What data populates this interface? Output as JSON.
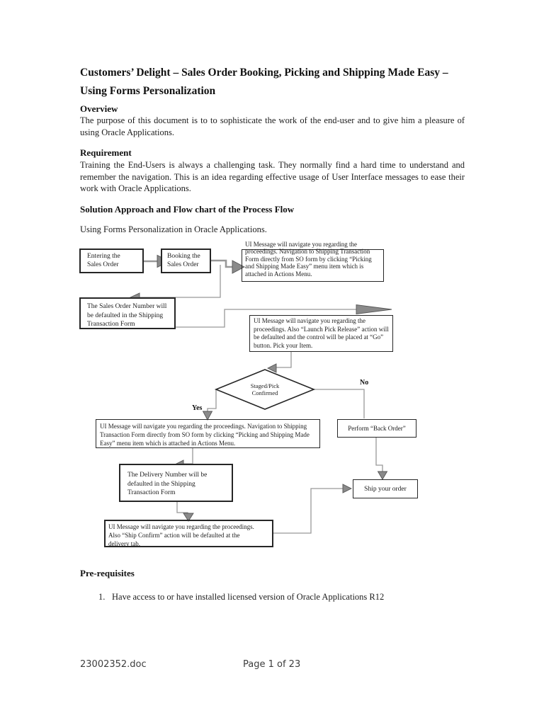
{
  "page": {
    "title": "Customers’ Delight – Sales Order Booking, Picking and Shipping Made Easy – Using Forms Personalization",
    "sections": {
      "overview": {
        "heading": "Overview",
        "body": "The purpose of this document is to to sophisticate the work of the end-user and to give him a pleasure of using Oracle Applications."
      },
      "requirement": {
        "heading": "Requirement",
        "body": "Training the End-Users is always a challenging task. They normally find a hard time to understand and remember the navigation. This is an idea regarding effective usage of User Interface messages to ease their work with Oracle Applications."
      },
      "solution": {
        "heading": "Solution Approach and Flow chart of the Process Flow",
        "body": "Using Forms Personalization in Oracle Applications."
      }
    },
    "prerequisites": {
      "heading": "Pre-requisites",
      "items": [
        {
          "number": "1.",
          "text": "Have access to or have installed licensed version of Oracle Applications R12"
        }
      ]
    },
    "footer": {
      "filename": "23002352.doc",
      "page_label": "Page 1 of 23"
    }
  },
  "flowchart": {
    "nodes": {
      "entering": "Entering the Sales Order",
      "booking": "Booking the Sales Order",
      "ui_msg_navigation_1": "UI Message will navigate you regarding the proceedings. Navigation to Shipping Transaction Form directly from SO form by clicking “Picking and Shipping Made Easy” menu item which is attached in Actions Menu.",
      "sales_order_number": "The Sales Order Number will be defaulted in the Shipping Transaction Form",
      "ui_msg_pick_release": "UI Message will navigate you regarding the proceedings. Also “Launch Pick Release” action will be defaulted and the control will be placed at “Go” button. Pick your Item.",
      "decision": "Staged/Pick Confirmed",
      "yes_label": "Yes",
      "no_label": "No",
      "ui_msg_navigation_2": "UI Message will navigate you regarding the proceedings. Navigation to Shipping Transaction Form directly from SO form by clicking “Picking and Shipping Made Easy” menu item which is attached in Actions Menu.",
      "perform_back_order": "Perform “Back Order”",
      "delivery_number": "The Delivery Number will be defaulted in the Shipping Transaction Form",
      "ship_your_order": "Ship your order",
      "ui_msg_ship_confirm": "UI Message will navigate you regarding the proceedings. Also “Ship Confirm” action will be defaulted at the delivery tab."
    },
    "line_color": "#999999",
    "arrow_color": "#8a8a8a"
  }
}
